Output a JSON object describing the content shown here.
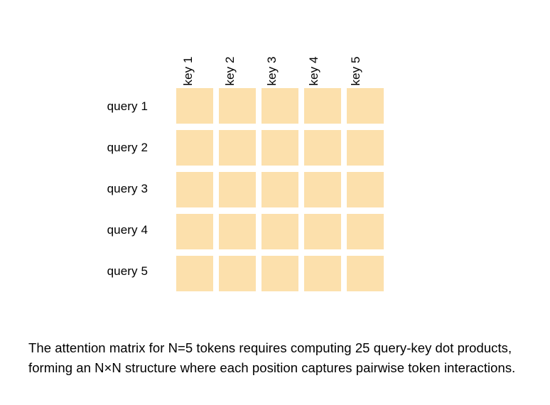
{
  "figure": {
    "background_color": "#ffffff",
    "cell_color": "#fce0ac",
    "text_color": "#000000"
  },
  "column_labels": [
    "key 1",
    "key 2",
    "key 3",
    "key 4",
    "key 5"
  ],
  "row_labels": [
    "query 1",
    "query 2",
    "query 3",
    "query 4",
    "query 5"
  ],
  "caption": {
    "text": "The attention matrix for N=5 tokens requires computing 25 query-key dot products, forming an N×N structure where each position captures pairwise token interactions."
  },
  "chart_data": {
    "type": "heatmap",
    "title": "",
    "xlabel": "",
    "ylabel": "",
    "x": [
      "key 1",
      "key 2",
      "key 3",
      "key 4",
      "key 5"
    ],
    "y": [
      "query 1",
      "query 2",
      "query 3",
      "query 4",
      "query 5"
    ],
    "values": [
      [
        1,
        1,
        1,
        1,
        1
      ],
      [
        1,
        1,
        1,
        1,
        1
      ],
      [
        1,
        1,
        1,
        1,
        1
      ],
      [
        1,
        1,
        1,
        1,
        1
      ],
      [
        1,
        1,
        1,
        1,
        1
      ]
    ],
    "cell_color": "#fce0ac",
    "grid": false,
    "legend": "none",
    "n_tokens": 5,
    "n_cells": 25,
    "annotations": []
  }
}
